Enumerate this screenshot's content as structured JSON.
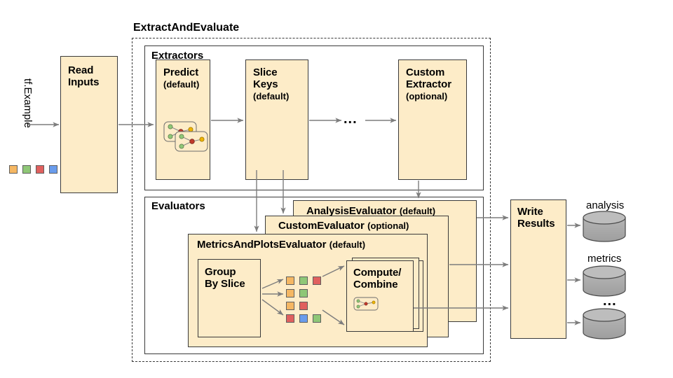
{
  "diagram": {
    "title_group": "ExtractAndEvaluate",
    "input_label": "tf.Example",
    "ellipsis": "...",
    "nodes": {
      "read_inputs": "Read Inputs",
      "read_inputs_l1": "Read",
      "read_inputs_l2": "Inputs",
      "extractors_header": "Extractors",
      "evaluators_header": "Evaluators",
      "predict_name": "Predict",
      "predict_tag": "(default)",
      "slice_keys_l1": "Slice",
      "slice_keys_l2": "Keys",
      "slice_keys_tag": "(default)",
      "custom_extractor_l1": "Custom",
      "custom_extractor_l2": "Extractor",
      "custom_extractor_tag": "(optional)",
      "analysis_evaluator": "AnalysisEvaluator",
      "analysis_evaluator_tag": "(default)",
      "custom_evaluator": "CustomEvaluator",
      "custom_evaluator_tag": "(optional)",
      "metrics_plots_evaluator": "MetricsAndPlotsEvaluator",
      "metrics_plots_evaluator_tag": "(default)",
      "group_by_slice_l1": "Group",
      "group_by_slice_l2": "By Slice",
      "compute_combine_l1": "Compute/",
      "compute_combine_l2": "Combine",
      "write_results_l1": "Write",
      "write_results_l2": "Results"
    },
    "outputs": [
      {
        "label": "analysis"
      },
      {
        "label": "metrics"
      },
      {
        "label": "..."
      }
    ],
    "input_swatches": [
      "orange",
      "green",
      "red",
      "blue"
    ],
    "slice_swatch_rows": [
      [
        "orange",
        "green",
        "red"
      ],
      [
        "orange",
        "green"
      ],
      [
        "orange",
        "red"
      ],
      [
        "red",
        "blue",
        "green"
      ]
    ],
    "colors": {
      "card_fill": "#fdecc8",
      "stroke": "#3a3a3a",
      "arrow": "#808080",
      "cylinder_fill": "#a8a8a8",
      "cylinder_top": "#bdbdbd",
      "swatch_orange": "#f5b763",
      "swatch_green": "#8fc777",
      "swatch_red": "#e0605e",
      "swatch_blue": "#6a9cec"
    }
  }
}
